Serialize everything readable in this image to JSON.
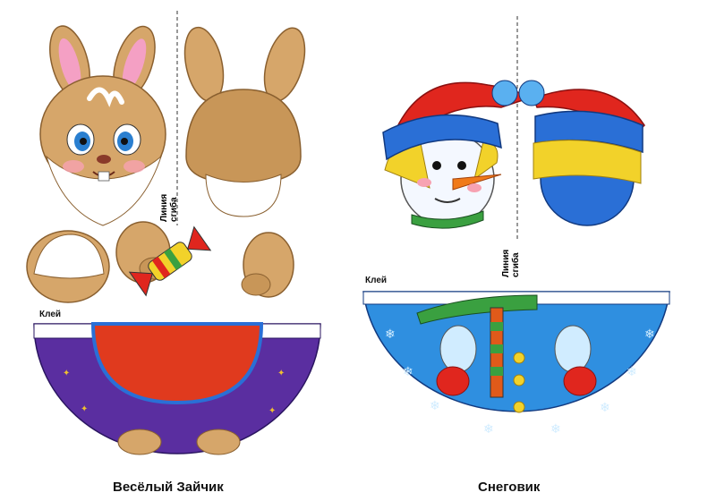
{
  "left_template": {
    "glue_label": "Клей",
    "fold_label_line1": "Линия",
    "fold_label_line2": "сгиба",
    "title": "Весёлый Зайчик"
  },
  "right_template": {
    "glue_label": "Клей",
    "fold_label_line1": "Линия",
    "fold_label_line2": "сгиба",
    "title": "Снеговик"
  },
  "colors": {
    "bunny_fur": "#d6a66a",
    "bunny_skirt": "#5a2ea0",
    "bunny_belly": "#e03a1e",
    "snowman_cone": "#2f8fe0",
    "hat_red": "#e0261e",
    "hat_blue": "#2a6fd6",
    "hair_yellow": "#f2d22a"
  }
}
